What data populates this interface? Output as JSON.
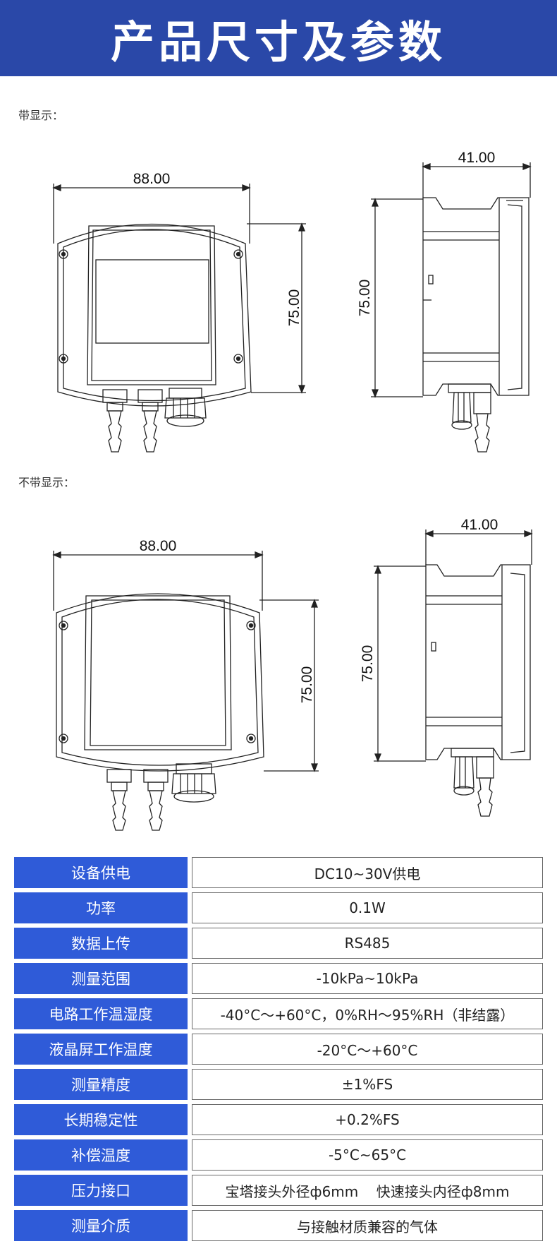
{
  "title": "产品尺寸及参数",
  "with_display": {
    "label": "带显示：",
    "front_width": "88.00",
    "front_height": "75.00",
    "side_width": "41.00",
    "side_height": "75.00"
  },
  "without_display": {
    "label": "不带显示：",
    "front_width": "88.00",
    "front_height": "75.00",
    "side_width": "41.00",
    "side_height": "75.00"
  },
  "specs": [
    {
      "key": "设备供电",
      "value": "DC10~30V供电"
    },
    {
      "key": "功率",
      "value": "0.1W"
    },
    {
      "key": "数据上传",
      "value": "RS485"
    },
    {
      "key": "测量范围",
      "value": "-10kPa~10kPa"
    },
    {
      "key": "电路工作温湿度",
      "value": "-40°C～+60°C，0%RH～95%RH（非结露）"
    },
    {
      "key": "液晶屏工作温度",
      "value": "-20°C～+60°C"
    },
    {
      "key": "测量精度",
      "value": "±1%FS"
    },
    {
      "key": "长期稳定性",
      "value": "+0.2%FS"
    },
    {
      "key": "补偿温度",
      "value": "-5°C~65°C"
    },
    {
      "key": "压力接口",
      "value": "宝塔接头外径ф6mm    快速接头内径ф8mm"
    },
    {
      "key": "测量介质",
      "value": "与接触材质兼容的气体"
    }
  ]
}
